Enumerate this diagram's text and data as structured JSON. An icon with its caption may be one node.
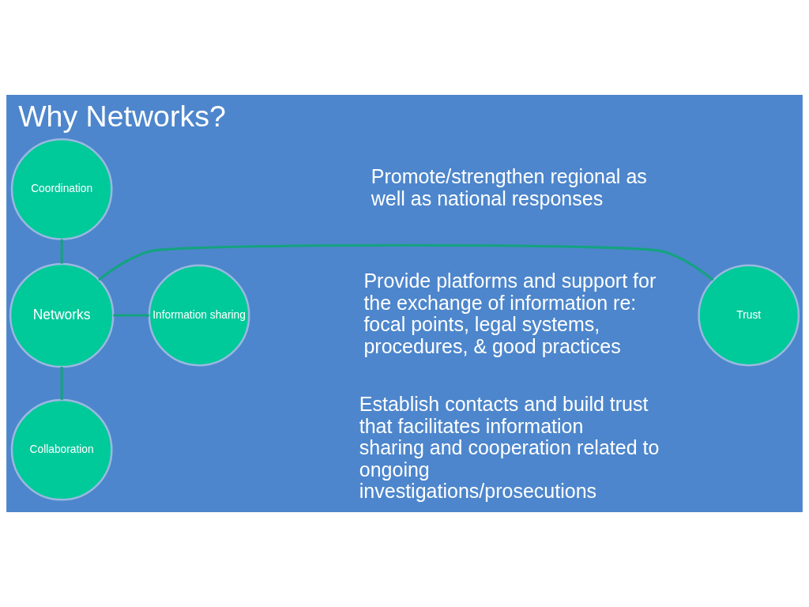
{
  "diagram": {
    "title": "Why Networks?",
    "nodes": [
      {
        "text": [
          "Coordination"
        ]
      },
      {
        "text": [
          "Trust"
        ]
      },
      {
        "text": [
          "Networks"
        ]
      },
      {
        "text": [
          "Information sharing"
        ]
      },
      {
        "text": [
          "Collaboration"
        ]
      }
    ],
    "edges": [
      {
        "from": 2,
        "to": 0,
        "arrow": "none"
      },
      {
        "from": 2,
        "to": 1,
        "arrow": "none"
      },
      {
        "from": 2,
        "to": 3,
        "arrow": "none"
      },
      {
        "from": 2,
        "to": 4,
        "arrow": "none"
      }
    ],
    "labels": [
      "Promote/strengthen regional as well as national responses",
      "Provide platforms and support for the exchange of information re: focal points, legal systems, procedures, & good practices",
      "Establish contacts and build trust that facilitates information sharing and cooperation related to ongoing investigations/prosecutions"
    ]
  }
}
